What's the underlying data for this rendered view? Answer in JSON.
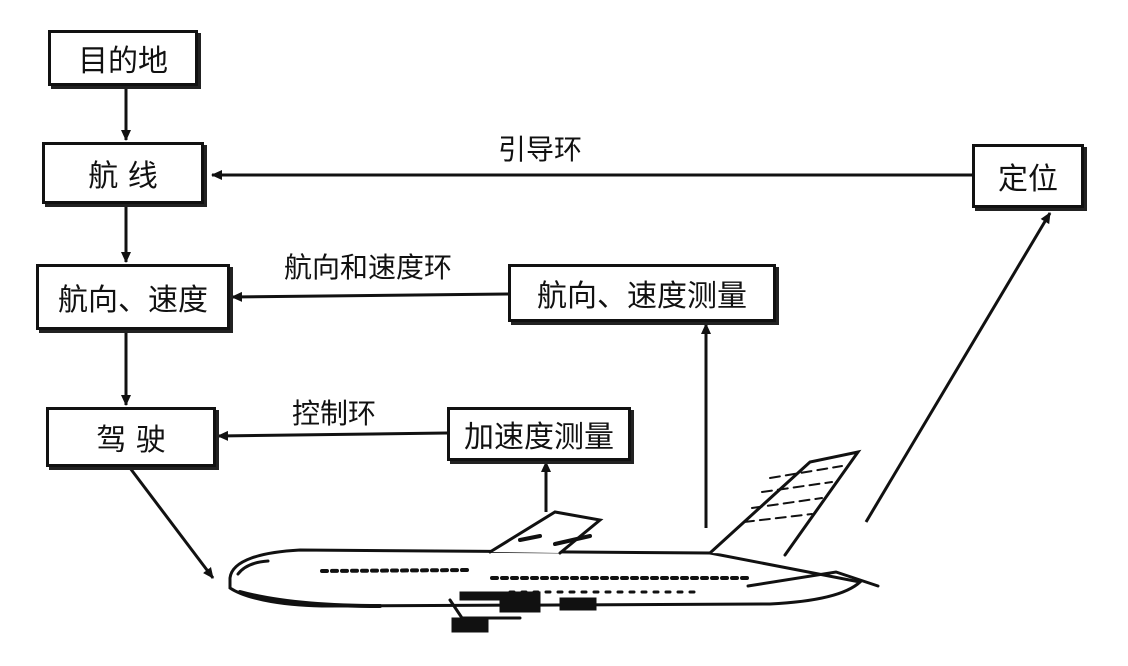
{
  "nodes": {
    "destination": "目的地",
    "route": "航 线",
    "heading_speed": "航向、速度",
    "piloting": "驾 驶",
    "positioning": "定位",
    "heading_speed_measure": "航向、速度测量",
    "accel_measure": "加速度测量"
  },
  "loops": {
    "guidance": "引导环",
    "heading_speed": "航向和速度环",
    "control": "控制环"
  }
}
